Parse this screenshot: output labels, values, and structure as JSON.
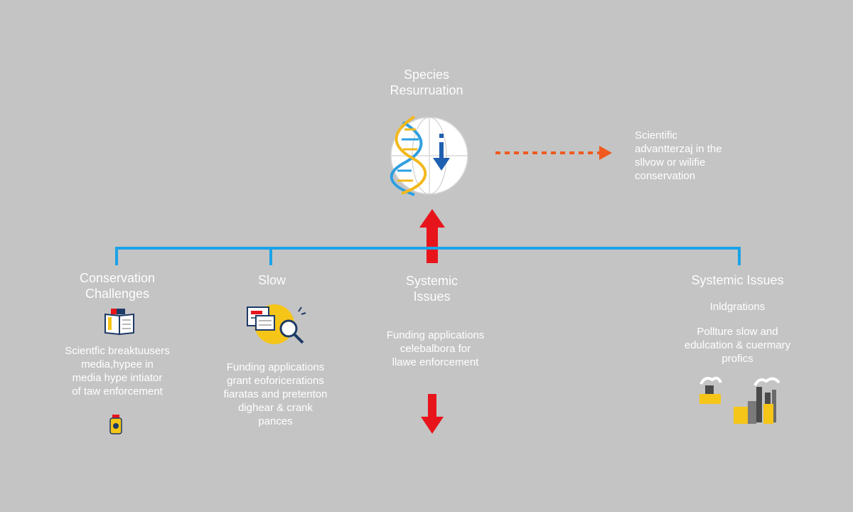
{
  "top": {
    "title_line1": "Species",
    "title_line2": "Resurruation",
    "side_note": [
      "Scientific",
      "advantterzaj in the",
      "sllvow or wilifie",
      "conservation"
    ]
  },
  "columns": [
    {
      "title": [
        "Conservation",
        "Challenges"
      ],
      "body": [
        "Scientfic breaktuusers",
        "media,hypee in",
        "media hype intiator",
        "of taw enforcement"
      ],
      "icon": "book-icon",
      "bottom_icon": "bottle-icon"
    },
    {
      "title": [
        "Slow"
      ],
      "body": [
        "Funding applications",
        "grant eoforicerations",
        "fiaratas and pretenton",
        "dighear & crank",
        "pances"
      ],
      "icon": "magnifier-document-icon"
    },
    {
      "title": [
        "Systemic",
        "Issues"
      ],
      "body": [
        "Funding applications",
        "celebalbora for",
        "llawe enforcement"
      ],
      "icon": "red-down-arrow-icon"
    },
    {
      "title": [
        "Systemic Issues"
      ],
      "subtitle": "Inldgrations",
      "body": [
        "Pollture slow and",
        "edulcation & cuermary",
        "profics"
      ],
      "icon": "factory-icon"
    }
  ],
  "colors": {
    "background": "#c4c4c4",
    "connector": "#1aa3e8",
    "arrow_red": "#e8141c",
    "arrow_orange": "#f05a1e",
    "accent_yellow": "#f5c518",
    "dna_blue": "#2f9fe0",
    "dna_yellow": "#f2b81c"
  }
}
